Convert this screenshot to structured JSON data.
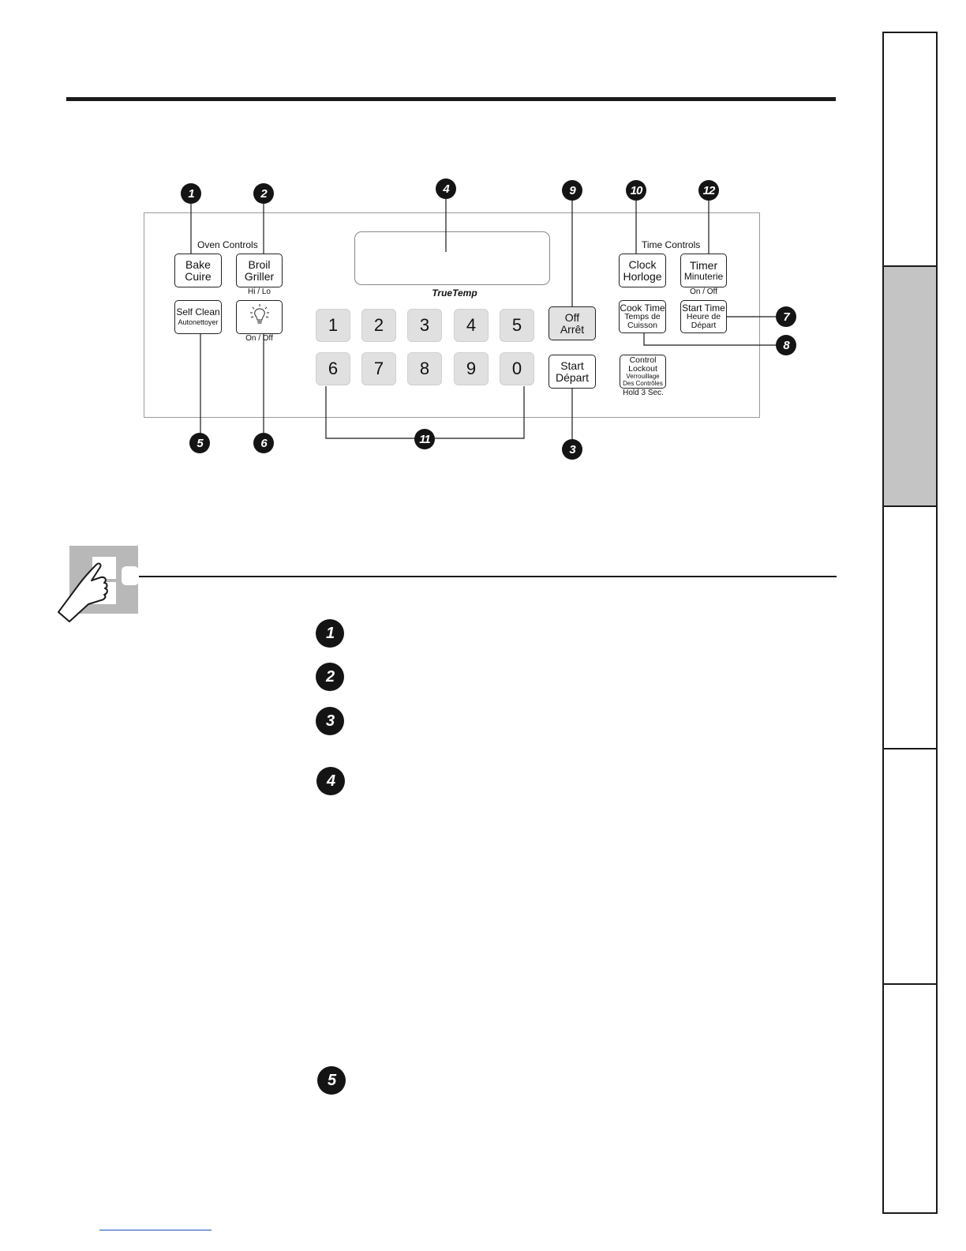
{
  "panel": {
    "oven_controls_label": "Oven Controls",
    "time_controls_label": "Time Controls",
    "brand": "TrueTemp",
    "bake": {
      "line1": "Bake",
      "line2": "Cuire"
    },
    "broil": {
      "line1": "Broil",
      "line2": "Griller",
      "sub": "Hi / Lo"
    },
    "self_clean": {
      "line1": "Self Clean",
      "line2": "Autonettoyer"
    },
    "light": {
      "sub": "On / Off"
    },
    "off": {
      "line1": "Off",
      "line2": "Arrêt"
    },
    "start": {
      "line1": "Start",
      "line2": "Départ"
    },
    "clock": {
      "line1": "Clock",
      "line2": "Horloge"
    },
    "timer": {
      "line1": "Timer",
      "line2": "Minuterie",
      "sub": "On / Off"
    },
    "cook_time": {
      "line1": "Cook Time",
      "line2": "Temps de",
      "line3": "Cuisson"
    },
    "start_time": {
      "line1": "Start Time",
      "line2": "Heure de",
      "line3": "Départ"
    },
    "control_lockout": {
      "line1": "Control",
      "line2": "Lockout",
      "line3": "Verrouillage",
      "line4": "Des Contrôles",
      "sub": "Hold 3 Sec."
    },
    "keys": [
      "1",
      "2",
      "3",
      "4",
      "5",
      "6",
      "7",
      "8",
      "9",
      "0"
    ]
  },
  "callouts": [
    "1",
    "2",
    "4",
    "9",
    "10",
    "12",
    "7",
    "8",
    "5",
    "6",
    "11",
    "3"
  ],
  "list_badges": [
    "1",
    "2",
    "3",
    "4",
    "5"
  ],
  "colors": {
    "badge": "#141414",
    "active_tab": "#c4c4c4",
    "key_fill": "#e0e0e0",
    "tip_gray": "#b8b8b8",
    "link": "#1f4fbf"
  },
  "icons": {
    "light": "lightbulb-icon",
    "tip": "pointing-hand-icon"
  }
}
